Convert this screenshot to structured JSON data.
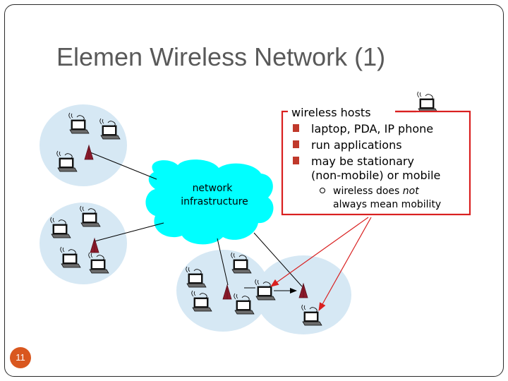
{
  "slide": {
    "title": "Elemen Wireless Network (1)",
    "page_number": "11"
  },
  "diagram": {
    "cloud": {
      "line1": "network",
      "line2": "infrastructure"
    },
    "callout": {
      "heading": "wireless hosts",
      "bullets": [
        "laptop, PDA, IP phone",
        "run applications",
        "may be stationary",
        "(non-mobile) or mobile"
      ],
      "sub_bullet_line1_prefix": "wireless does ",
      "sub_bullet_line1_emph": "not",
      "sub_bullet_line2": "always mean mobility"
    },
    "colors": {
      "cell": "#d6e8f4",
      "cloud": "#00ffff",
      "base_station": "#8b1a2b",
      "callout_border": "#d92020",
      "arrow_red": "#d92020",
      "bullet": "#c0392b",
      "page_number_bg": "#d9571f"
    }
  }
}
